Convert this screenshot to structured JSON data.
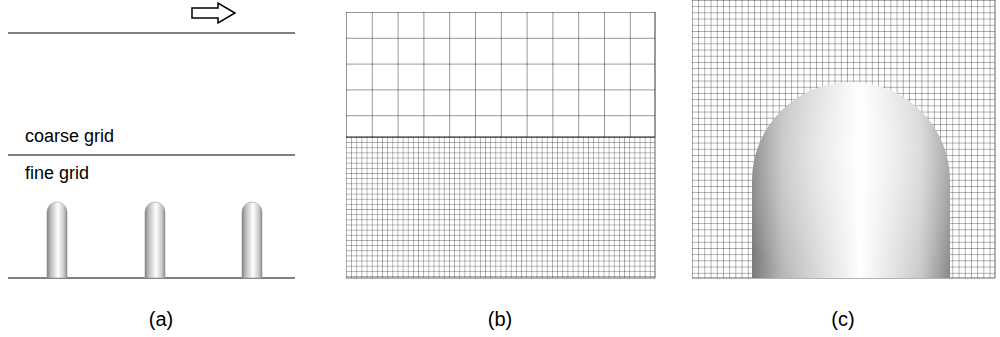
{
  "diagram": {
    "labels": [
      "coarse grid",
      "fine grid",
      "(a)",
      "(b)",
      "(c)"
    ]
  }
}
